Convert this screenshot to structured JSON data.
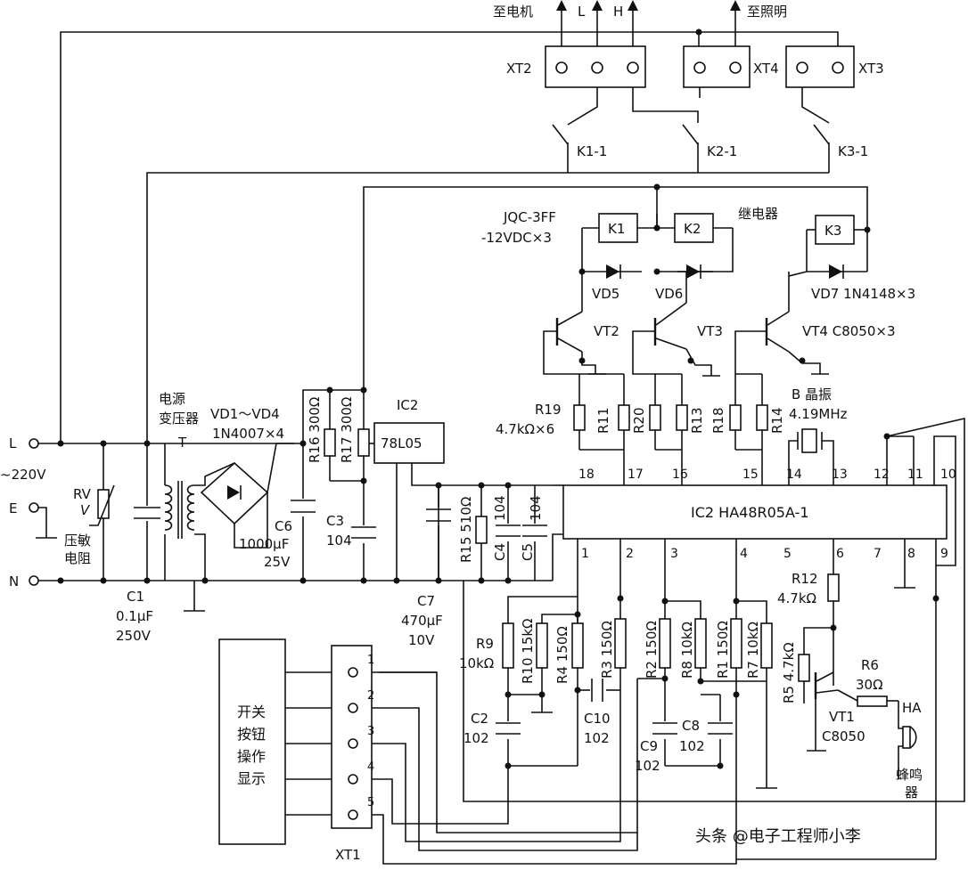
{
  "top": {
    "to_motor": "至电机",
    "L": "L",
    "H": "H",
    "to_light": "至照明"
  },
  "terminals": {
    "xt2": "XT2",
    "xt3": "XT3",
    "xt4": "XT4",
    "xt1": "XT1"
  },
  "relay_contacts": {
    "k1_1": "K1-1",
    "k2_1": "K2-1",
    "k3_1": "K3-1"
  },
  "relays": {
    "model": "JQC-3FF",
    "spec": "-12VDC×3",
    "k1": "K1",
    "k2": "K2",
    "k3": "K3",
    "caption": "继电器"
  },
  "diodes": {
    "vd5": "VD5",
    "vd6": "VD6",
    "vd7": "VD7 1N4148×3",
    "bridge": "VD1～VD4",
    "bridge_spec": "1N4007×4"
  },
  "transistors": {
    "vt2": "VT2",
    "vt3": "VT3",
    "vt4": "VT4 C8050×3",
    "vt1": "VT1",
    "vt1_type": "C8050"
  },
  "resistors": {
    "r19": "R19",
    "r19_val": "4.7kΩ×6",
    "r11": "R11",
    "r20": "R20",
    "r13": "R13",
    "r18": "R18",
    "r14": "R14",
    "r16": "R16 300Ω",
    "r17": "R17 300Ω",
    "r15": "R15 510Ω",
    "r9": "R9",
    "r9_val": "10kΩ",
    "r10": "R10 15kΩ",
    "r4": "R4 150Ω",
    "r3": "R3 150Ω",
    "r2": "R2 150Ω",
    "r8": "R8 10kΩ",
    "r1": "R1 150Ω",
    "r7": "R7 10kΩ",
    "r12": "R12",
    "r12_val": "4.7kΩ",
    "r5": "R5 4.7kΩ",
    "r6": "R6",
    "r6_val": "30Ω"
  },
  "caps": {
    "c1": "C1",
    "c1_val1": "0.1μF",
    "c1_val2": "250V",
    "c6": "C6",
    "c6_val1": "1000μF",
    "c6_val2": "25V",
    "c3": "C3",
    "c3_val": "104",
    "c7": "C7",
    "c7_val1": "470μF",
    "c7_val2": "10V",
    "c4": "C4",
    "c4_val": "104",
    "c5": "C5",
    "c5_val": "104",
    "c2": "C2",
    "c2_val": "102",
    "c10": "C10",
    "c10_val": "102",
    "c9": "C9",
    "c9_val": "102",
    "c8": "C8",
    "c8_val": "102"
  },
  "power": {
    "L": "L",
    "E": "E",
    "N": "N",
    "ac": "~220V",
    "rv": "RV",
    "v": "V",
    "varistor1": "压敏",
    "varistor2": "电阻",
    "xfmr1": "电源",
    "xfmr2": "变压器",
    "xfmr_t": "T",
    "ic2": "IC2",
    "reg": "78L05"
  },
  "crystal": {
    "label": "B 晶振",
    "freq": "4.19MHz"
  },
  "ic": {
    "label": "IC2 HA48R05A-1",
    "pins_top": [
      "18",
      "17",
      "16",
      "15",
      "14",
      "13",
      "12",
      "11",
      "10"
    ],
    "pins_bot": [
      "1",
      "2",
      "3",
      "4",
      "5",
      "6",
      "7",
      "8",
      "9"
    ]
  },
  "buzzer": {
    "ha": "HA",
    "name1": "蜂鸣",
    "name2": "器"
  },
  "panel": {
    "lines": [
      "开关",
      "按钮",
      "操作",
      "显示"
    ]
  },
  "xt1_pins": [
    "1",
    "2",
    "3",
    "4",
    "5"
  ],
  "watermark": "头条 @电子工程师小李"
}
